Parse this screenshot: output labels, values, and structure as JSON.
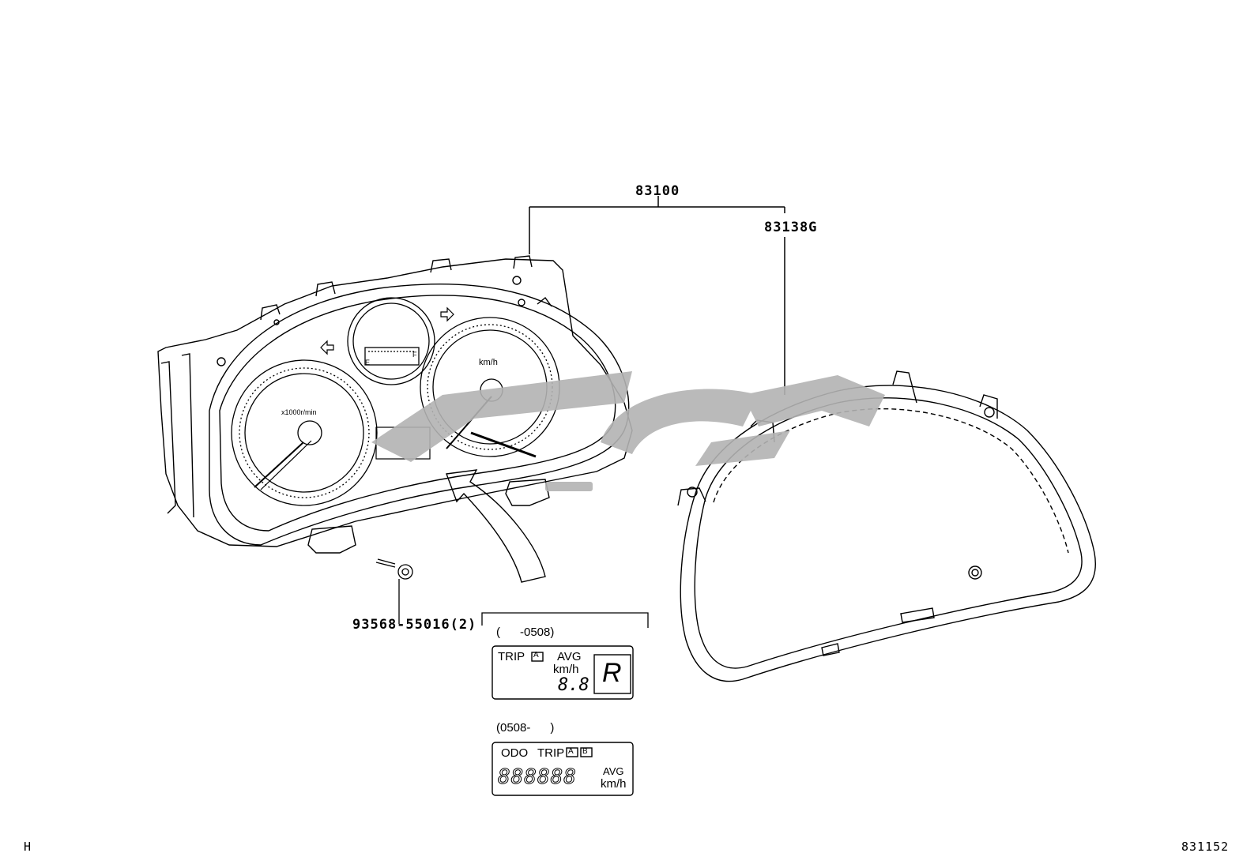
{
  "parts": {
    "cluster_assembly": "83100",
    "lens_cover": "83138G",
    "screw": "93568-55016(2)"
  },
  "gauges": {
    "tachometer_unit": "x1000r/min",
    "speedometer_unit": "km/h",
    "fuel_empty": "E",
    "fuel_full": "F"
  },
  "display_early": {
    "date_range": "(      -0508)",
    "trip": "TRIP",
    "trip_badge": "A",
    "avg": "AVG",
    "unit": "km/h",
    "digits": "8.8",
    "gear": "R"
  },
  "display_late": {
    "date_range": "(0508-      )",
    "odo": "ODO",
    "trip": "TRIP",
    "badge_a": "A",
    "badge_b": "B",
    "digits": "888888",
    "avg": "AVG",
    "unit": "km/h"
  },
  "footer": {
    "left_mark": "H",
    "figure_code": "831152"
  },
  "colors": {
    "line": "#000000",
    "watermark": "#b3b3b3",
    "background": "#ffffff"
  }
}
